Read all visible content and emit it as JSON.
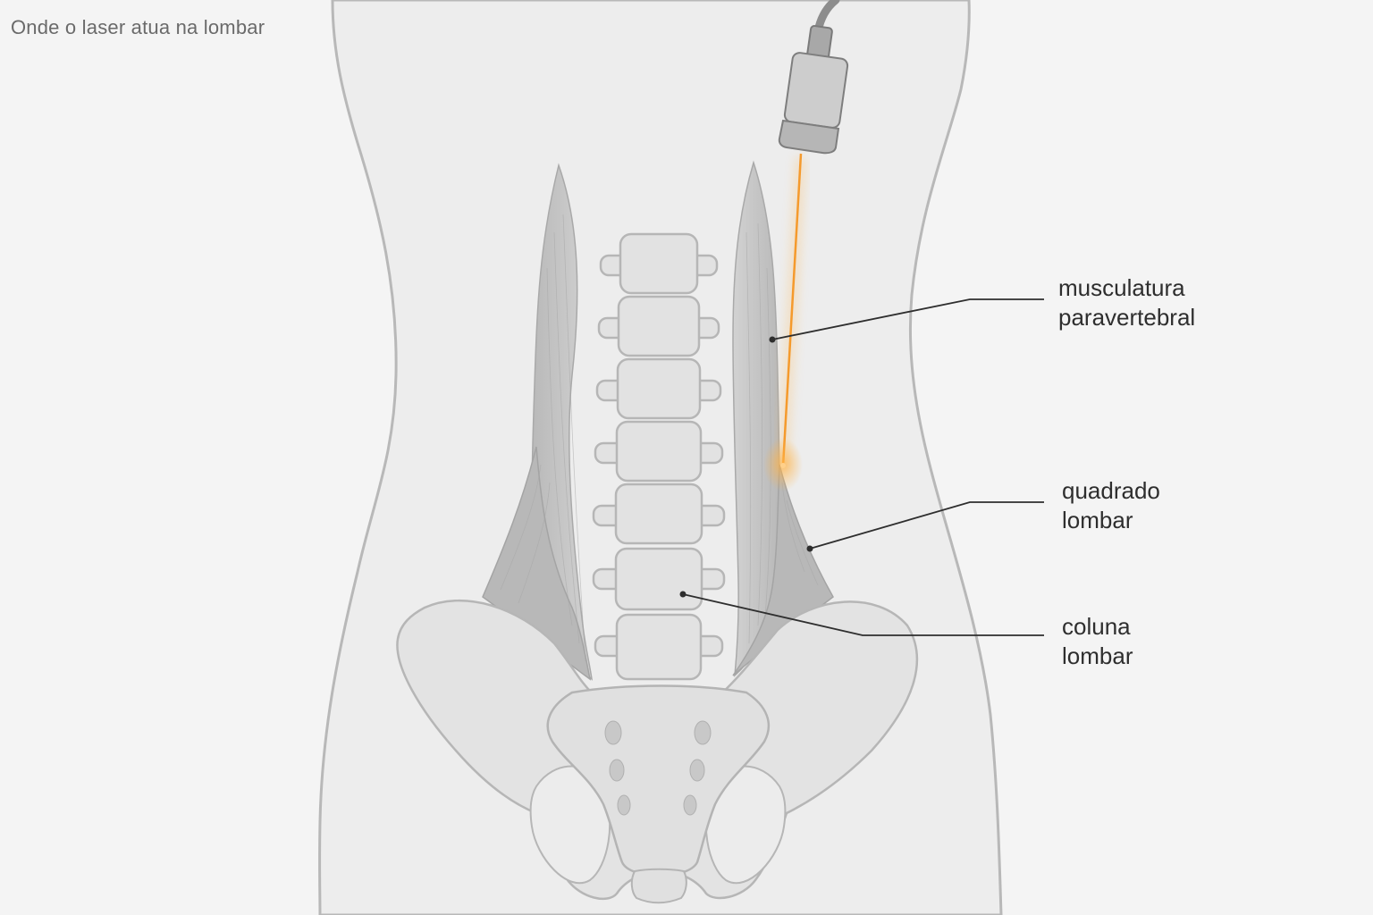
{
  "caption": "Onde o laser atua na lombar",
  "labels": {
    "muscle": [
      "musculatura",
      "paravertebral"
    ],
    "quadratus": [
      "quadrado",
      "lombar"
    ],
    "spine": [
      "coluna",
      "lombar"
    ]
  },
  "colors": {
    "background": "#f4f4f4",
    "body": "#ededed",
    "bone": "#e2e2e2",
    "muscle": "#c4c4c4",
    "laser": "#f59a2c",
    "leader_line": "#2e2e2e"
  }
}
